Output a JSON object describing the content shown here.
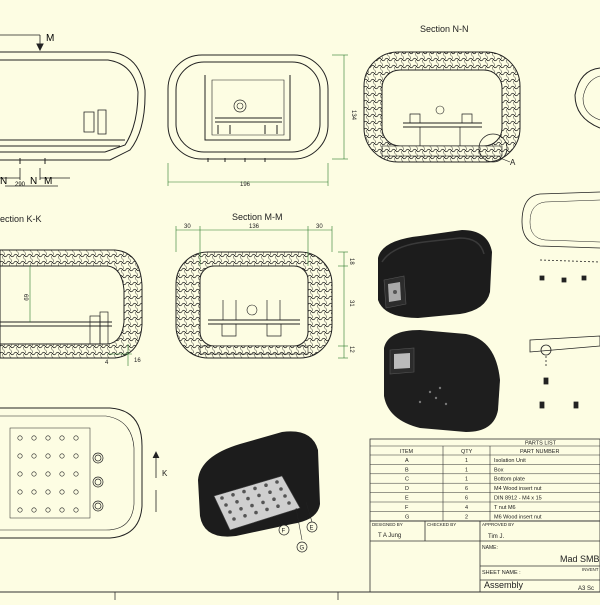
{
  "views": {
    "section_nn": "Section N-N",
    "section_kk": "ection K-K",
    "section_mm": "Section M-M"
  },
  "markers": {
    "n_left": "N",
    "n_right": "N",
    "m_right": "M",
    "m_top": "M",
    "k_arrow": "K",
    "detail_a": "A"
  },
  "dimensions": {
    "d290": "290",
    "d196": "196",
    "d134": "134",
    "d30a": "30",
    "d136": "136",
    "d30b": "30",
    "d18": "18",
    "d31": "31",
    "d12": "12",
    "d69": "69",
    "d4": "4",
    "d16": "16"
  },
  "callouts": [
    "F",
    "G",
    "E"
  ],
  "parts_list": {
    "title": "PARTS LIST",
    "headers": [
      "ITEM",
      "QTY",
      "PART NUMBER"
    ],
    "rows": [
      [
        "A",
        "1",
        "Isolation Unit"
      ],
      [
        "B",
        "1",
        "Box"
      ],
      [
        "C",
        "1",
        "Bottom plate"
      ],
      [
        "D",
        "6",
        "M4 Wood insert nut"
      ],
      [
        "E",
        "6",
        "DIN 8912 - M4 x 15"
      ],
      [
        "F",
        "4",
        "T nut M6"
      ],
      [
        "G",
        "2",
        "M6 Wood insert nut"
      ]
    ]
  },
  "title_block": {
    "designed_by_label": "DESIGNED BY",
    "designed_by": "T A Jung",
    "checked_by_label": "CHECKED BY",
    "approved_by_label": "APPROVED BY",
    "approved_by": "Tim J.",
    "name_label": "NAME:",
    "name_value": "Mad SMB",
    "inventor_label": "INVENT",
    "sheet_name_label": "SHEET NAME :",
    "sheet_name": "Assembly",
    "size": "A3 Sc"
  }
}
